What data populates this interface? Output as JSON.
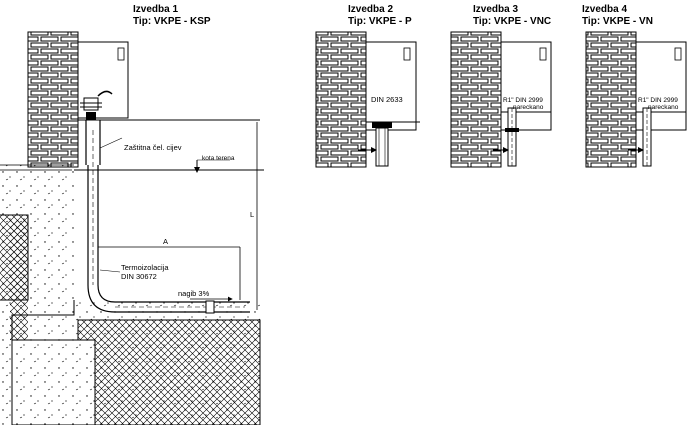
{
  "variants": [
    {
      "title": "Izvedba 1",
      "type": "Tip: VKPE - KSP"
    },
    {
      "title": "Izvedba 2",
      "type": "Tip: VKPE - P"
    },
    {
      "title": "Izvedba 3",
      "type": "Tip: VKPE - VNC"
    },
    {
      "title": "Izvedba 4",
      "type": "Tip: VKPE - VN"
    }
  ],
  "labels": {
    "pipe": "Zaštitna čel. cijev",
    "ground": "kota terena",
    "insulation": "Termoizolacija",
    "insulation_std": "DIN 30672",
    "slope": "nagib 3%",
    "dim_a": "A",
    "dim_l": "L",
    "din_2633": "DIN 2633",
    "thread": "R1\" DIN 2999",
    "thread_note": "nareckano"
  },
  "colors": {
    "line": "#000000",
    "background": "#ffffff"
  }
}
